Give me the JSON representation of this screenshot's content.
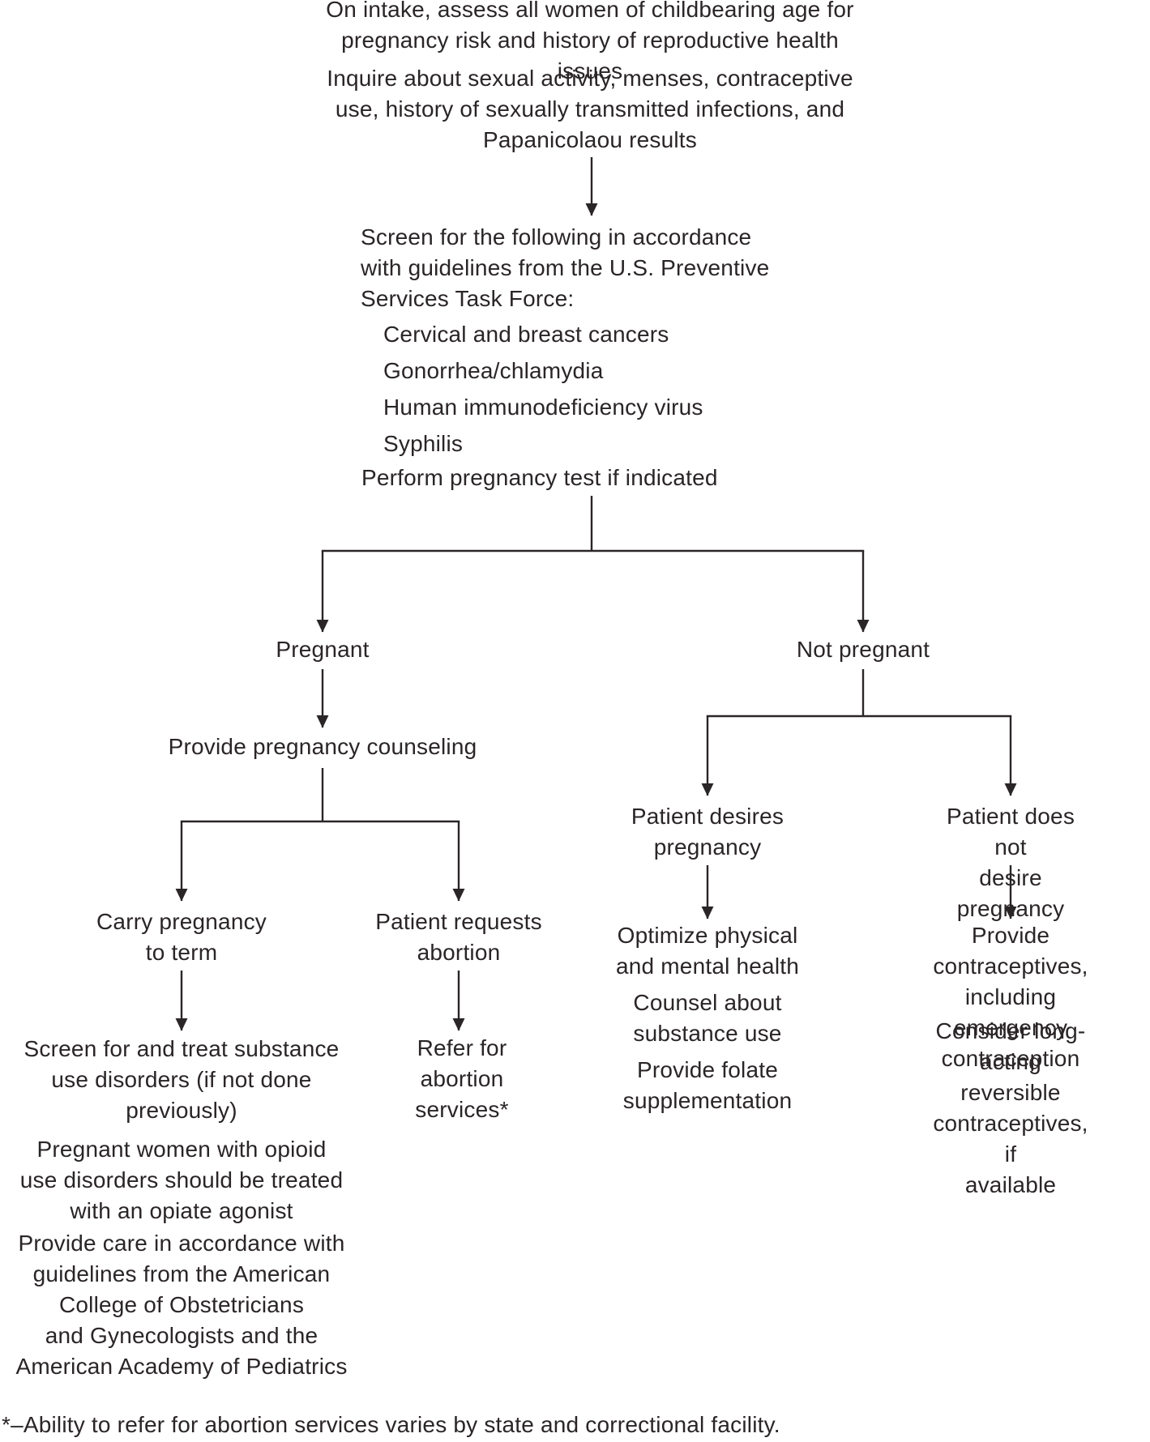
{
  "flow": {
    "intro_assess": [
      "On intake, assess all women of childbearing age for",
      "pregnancy risk and history of reproductive health issues"
    ],
    "intro_inquire": [
      "Inquire about sexual activity, menses, contraceptive",
      "use, history of sexually transmitted infections, and",
      "Papanicolaou results"
    ],
    "screening_lead": [
      "Screen for the following in accordance",
      "with guidelines from the U.S. Preventive",
      "Services Task Force:"
    ],
    "screening_items": [
      "Cervical and breast cancers",
      "Gonorrhea/chlamydia",
      "Human immunodeficiency virus",
      "Syphilis"
    ],
    "pregnancy_test": "Perform pregnancy test if indicated",
    "pregnant_label": "Pregnant",
    "not_pregnant_label": "Not pregnant",
    "counseling": "Provide pregnancy counseling",
    "carry_to_term": [
      "Carry pregnancy",
      "to term"
    ],
    "requests_abortion": [
      "Patient requests",
      "abortion"
    ],
    "screen_treat_substance": [
      "Screen for and treat substance",
      "use disorders (if not done",
      "previously)"
    ],
    "opioid_treatment": [
      "Pregnant women with opioid",
      "use disorders should be treated",
      "with an opiate agonist"
    ],
    "acog_care": [
      "Provide care in accordance with",
      "guidelines from the American",
      "College of Obstetricians",
      "and Gynecologists and the",
      "American Academy of Pediatrics"
    ],
    "refer_abortion": [
      "Refer for",
      "abortion",
      "services*"
    ],
    "desires_pregnancy": [
      "Patient desires",
      "pregnancy"
    ],
    "not_desire_pregnancy": [
      "Patient does not",
      "desire pregnancy"
    ],
    "optimize_health": [
      "Optimize physical",
      "and mental health"
    ],
    "counsel_substance": [
      "Counsel about",
      "substance use"
    ],
    "folate": [
      "Provide folate",
      "supplementation"
    ],
    "contraceptives": [
      "Provide contraceptives,",
      "including emergency",
      "contraception"
    ],
    "larc": [
      "Consider long-acting",
      "reversible contraceptives, if",
      "available"
    ],
    "footnote": "*–Ability to refer for abortion services varies by state and correctional facility.",
    "text_color": "#2a2526"
  }
}
